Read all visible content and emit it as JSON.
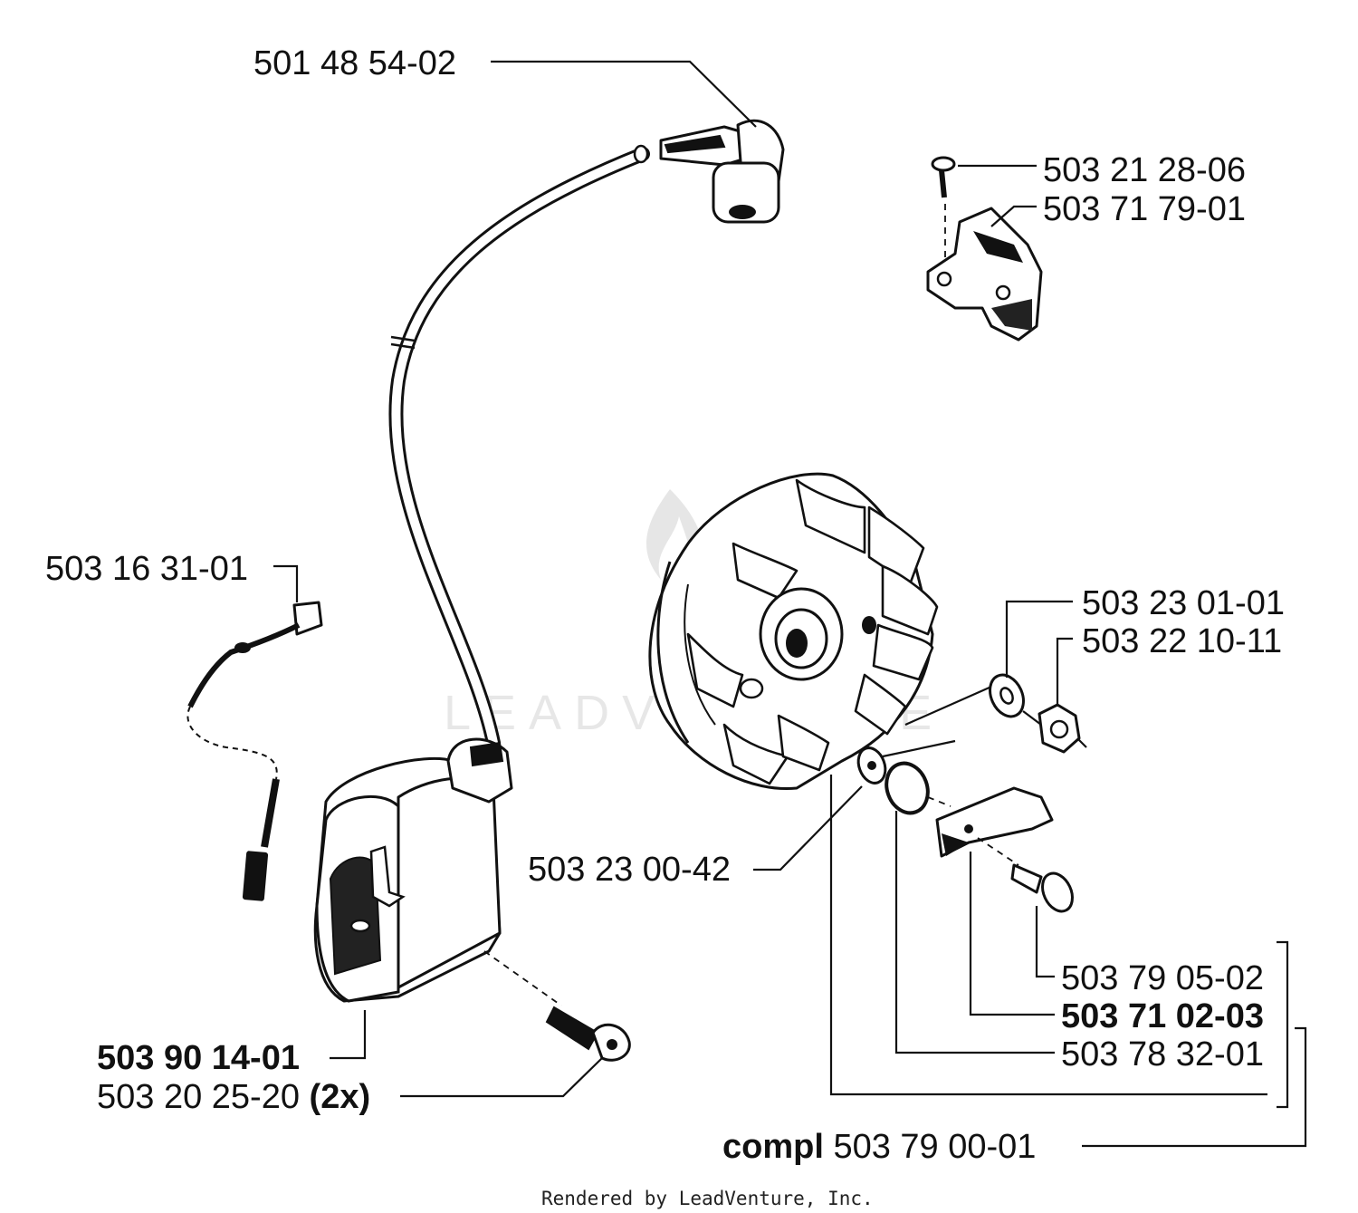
{
  "parts": [
    {
      "id": "boot",
      "text": "501 48 54-02"
    },
    {
      "id": "screw-top",
      "text": "503 21 28-06"
    },
    {
      "id": "bracket",
      "text": "503 71 79-01"
    },
    {
      "id": "wire-terminal",
      "text": "503 16 31-01"
    },
    {
      "id": "washer-a",
      "text": "503 23 01-01"
    },
    {
      "id": "nut",
      "text": "503 22 10-11"
    },
    {
      "id": "washer-b",
      "text": "503 23 00-42"
    },
    {
      "id": "pawl-screw",
      "text": "503 79 05-02"
    },
    {
      "id": "pawl",
      "text": "503 71 02-03"
    },
    {
      "id": "spring",
      "text": "503 78 32-01"
    },
    {
      "id": "coil",
      "text": "503 90 14-01"
    },
    {
      "id": "coil-screw",
      "text": "503 20 25-20",
      "suffix": "(2x)"
    },
    {
      "id": "flywheel-kit",
      "prefix": "compl",
      "text": "503 79 00-01"
    }
  ],
  "watermark": "LEADVENTURE",
  "footer": "Rendered by LeadVenture, Inc."
}
